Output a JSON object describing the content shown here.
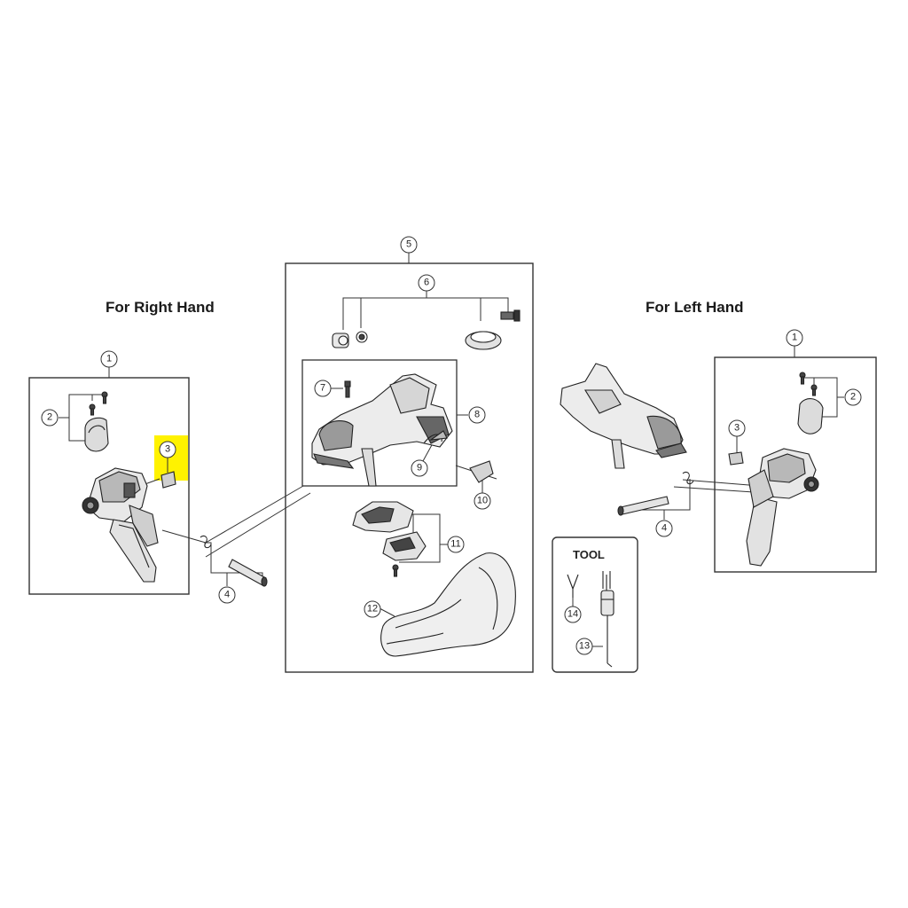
{
  "titles": {
    "right_hand": "For Right Hand",
    "left_hand": "For Left Hand",
    "tool": "TOOL"
  },
  "callouts": {
    "c1_right": "1",
    "c2_right": "2",
    "c3_right": "3",
    "c4_right": "4",
    "c5": "5",
    "c6": "6",
    "c7": "7",
    "c8": "8",
    "c9": "9",
    "c10": "10",
    "c11": "11",
    "c12": "12",
    "c13": "13",
    "c14": "14",
    "c1_left": "1",
    "c2_left": "2",
    "c3_left": "3",
    "c4_left": "4"
  },
  "colors": {
    "highlight": "#fff200",
    "line": "#333333",
    "part_fill": "#e6e6e6",
    "part_dark": "#4a4a4a"
  }
}
